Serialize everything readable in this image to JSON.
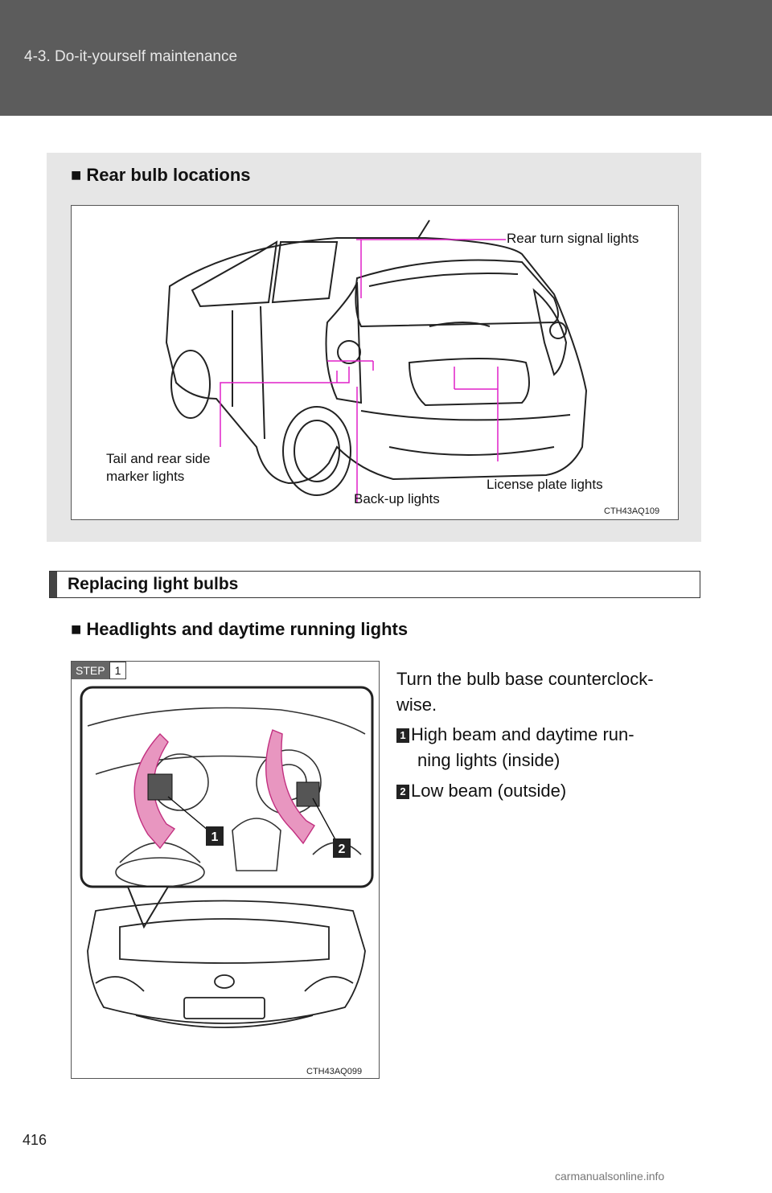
{
  "header": {
    "section": "4-3. Do-it-yourself maintenance"
  },
  "rear_section": {
    "heading": "■ Rear bulb locations",
    "labels": {
      "rear_turn": "Rear turn signal lights",
      "tail": "Tail and rear side",
      "tail2": "marker lights",
      "backup": "Back-up lights",
      "license": "License plate lights"
    },
    "figure_code": "CTH43AQ109"
  },
  "replacing": {
    "title": "Replacing light bulbs",
    "subheading": "■ Headlights and daytime running lights",
    "step_label": "STEP",
    "step_num": "1",
    "instruction_1": "Turn the bulb base counterclock-",
    "instruction_2": "wise.",
    "item1_num": "1",
    "item1_a": "High beam and daytime run-",
    "item1_b": "ning lights (inside)",
    "item2_num": "2",
    "item2": "Low beam (outside)",
    "callout1": "1",
    "callout2": "2",
    "figure_code": "CTH43AQ099"
  },
  "page_number": "416",
  "watermark": "carmanualsonline.info"
}
